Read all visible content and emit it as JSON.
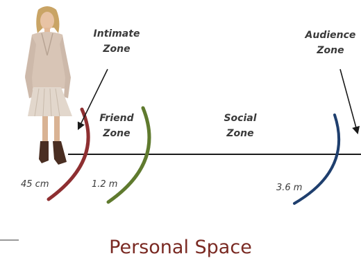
{
  "zones": {
    "intimate": {
      "line1": "Intimate",
      "line2": "Zone"
    },
    "friend": {
      "line1": "Friend",
      "line2": "Zone"
    },
    "social": {
      "line1": "Social",
      "line2": "Zone"
    },
    "audience": {
      "line1": "Audience",
      "line2": "Zone"
    }
  },
  "distances": {
    "intimate": "45 cm",
    "friend": "1.2 m",
    "social": "3.6 m"
  },
  "caption": "Personal Space",
  "colors": {
    "intimate_arc": "#8e2f31",
    "friend_arc": "#5f7a2e",
    "social_arc": "#1f3f6e",
    "baseline": "#1a1a1a",
    "caption": "#7a2a23"
  },
  "figure": "woman-standing-figure"
}
